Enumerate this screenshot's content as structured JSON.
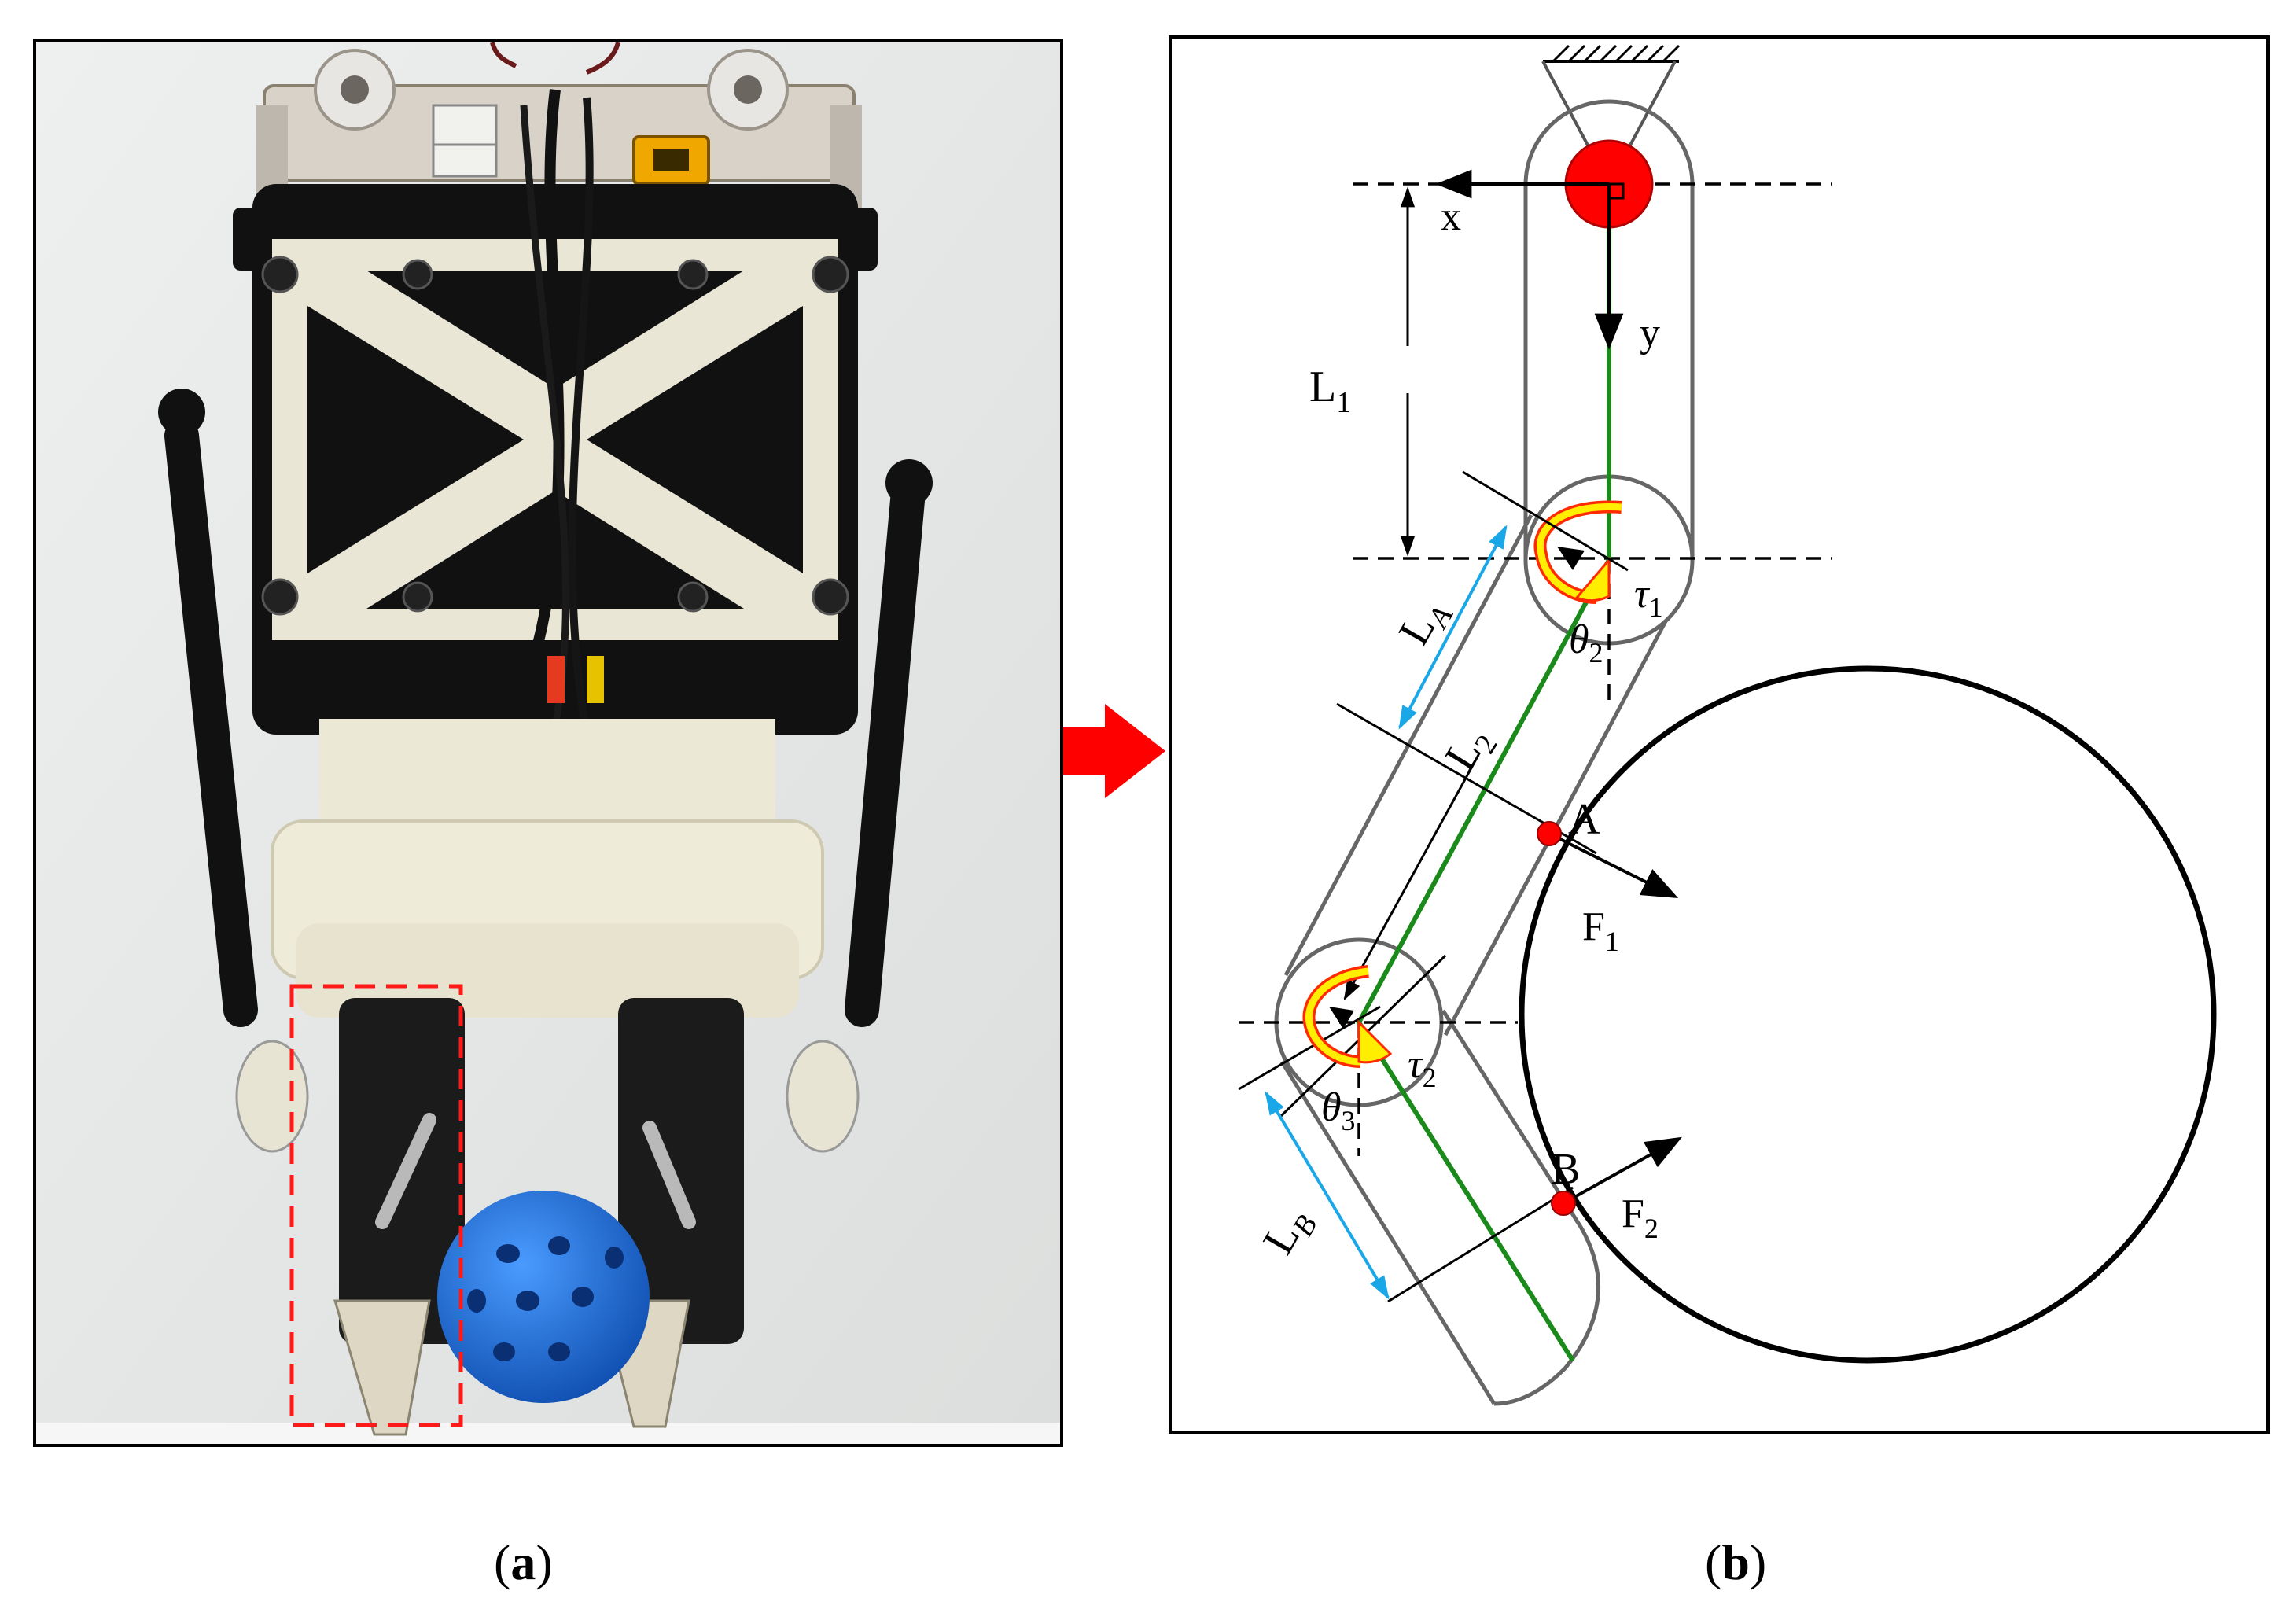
{
  "figure": {
    "panel_a": {
      "caption_open": "(",
      "caption_letter": "a",
      "caption_close": ")"
    },
    "panel_b": {
      "caption_open": "(",
      "caption_letter": "b",
      "caption_close": ")",
      "labels": {
        "axis_x": "x",
        "axis_y": "y",
        "link1_length": "L",
        "link1_sub": "1",
        "link2_length": "L",
        "link2_sub": "2",
        "len_a": "L",
        "len_a_sub": "A",
        "len_b": "L",
        "len_b_sub": "B",
        "torque1": "τ",
        "torque1_sub": "1",
        "torque2": "τ",
        "torque2_sub": "2",
        "angle2": "θ",
        "angle2_sub": "2",
        "angle3": "θ",
        "angle3_sub": "3",
        "contact_a": "A",
        "contact_b": "B",
        "force1": "F",
        "force1_sub": "1",
        "force2": "F",
        "force2_sub": "2"
      }
    },
    "colors": {
      "arrow_red": "#ff0000",
      "link_green": "#1a8a1a",
      "dimension_blue": "#1aa7e8",
      "torque_yellow": "#ffee00",
      "outline_gray": "#666666",
      "ball_blue": "#1f6fd6"
    }
  }
}
